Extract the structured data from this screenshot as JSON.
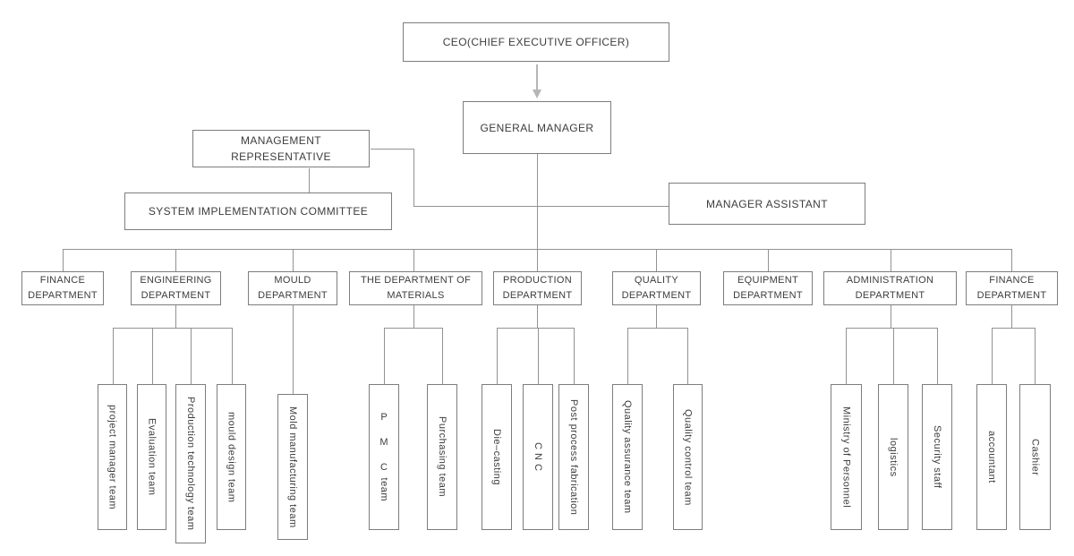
{
  "colors": {
    "bg": "#ffffff",
    "border": "#7d7d7d",
    "line": "#929292",
    "arrow": "#b5b5b5",
    "text": "#3d3d3d"
  },
  "nodes": {
    "ceo": "CEO(CHIEF EXECUTIVE OFFICER)",
    "general_manager": "GENERAL MANAGER",
    "management_representative": "MANAGEMENT REPRESENTATIVE",
    "system_implementation_committee": "SYSTEM IMPLEMENTATION COMMITTEE",
    "manager_assistant": "MANAGER ASSISTANT"
  },
  "departments": [
    {
      "label": "FINANCE DEPARTMENT",
      "children": []
    },
    {
      "label": "ENGINEERING DEPARTMENT",
      "children": [
        "project manager team",
        "Evaluation team",
        "Production technology team",
        "mould design team"
      ]
    },
    {
      "label": "MOULD DEPARTMENT",
      "children": [
        "Mold manufacturing team"
      ]
    },
    {
      "label": "THE DEPARTMENT OF MATERIALS",
      "children": [
        {
          "upright": "P M C",
          "rest": " team"
        },
        "Purchasing team"
      ]
    },
    {
      "label": "PRODUCTION DEPARTMENT",
      "children": [
        "Die–casting",
        {
          "upright": "C N C",
          "rest": ""
        },
        "Post process fabrication"
      ]
    },
    {
      "label": "QUALITY DEPARTMENT",
      "children": [
        "Quality assurance team",
        "Quality control team"
      ]
    },
    {
      "label": "EQUIPMENT DEPARTMENT",
      "children": []
    },
    {
      "label": "ADMINISTRATION DEPARTMENT",
      "children": [
        "Ministry of Personnel",
        "logistics",
        "Security staff"
      ]
    },
    {
      "label": "FINANCE DEPARTMENT",
      "children": [
        "accountant",
        "Cashier"
      ]
    }
  ]
}
